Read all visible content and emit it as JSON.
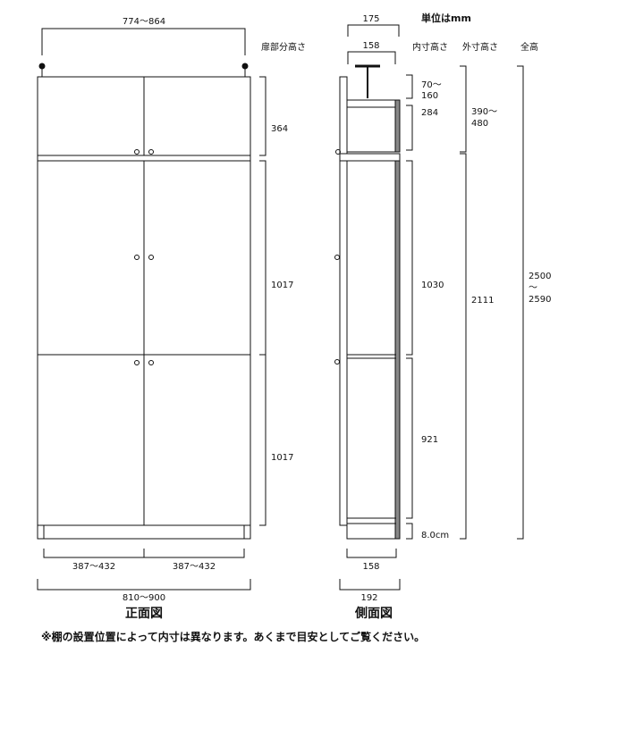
{
  "unit_label": "単位はmm",
  "headers": {
    "door_height": "扉部分高さ",
    "inner_height": "内寸高さ",
    "outer_height": "外寸高さ",
    "total_height": "全高"
  },
  "front": {
    "top_width": "774〜864",
    "door_upper": "364",
    "door_middle": "1017",
    "door_lower": "1017",
    "half_left": "387〜432",
    "half_right": "387〜432",
    "total_width": "810〜900",
    "caption": "正面図"
  },
  "side": {
    "top_depth": "175",
    "inner_depth_top": "158",
    "inner_h_adjuster_line1": "70〜",
    "inner_h_adjuster_line2": "160",
    "inner_h_top_box": "284",
    "inner_h_upper": "1030",
    "inner_h_lower": "921",
    "inner_h_base": "8.0cm",
    "outer_h_top_line1": "390〜",
    "outer_h_top_line2": "480",
    "outer_h_main": "2111",
    "total_h_line1": "2500",
    "total_h_line2": "〜",
    "total_h_line3": "2590",
    "bottom_inner_depth": "158",
    "bottom_depth": "192",
    "caption": "側面図"
  },
  "note": "※棚の設置位置によって内寸は異なります。あくまで目安としてご覧ください。"
}
